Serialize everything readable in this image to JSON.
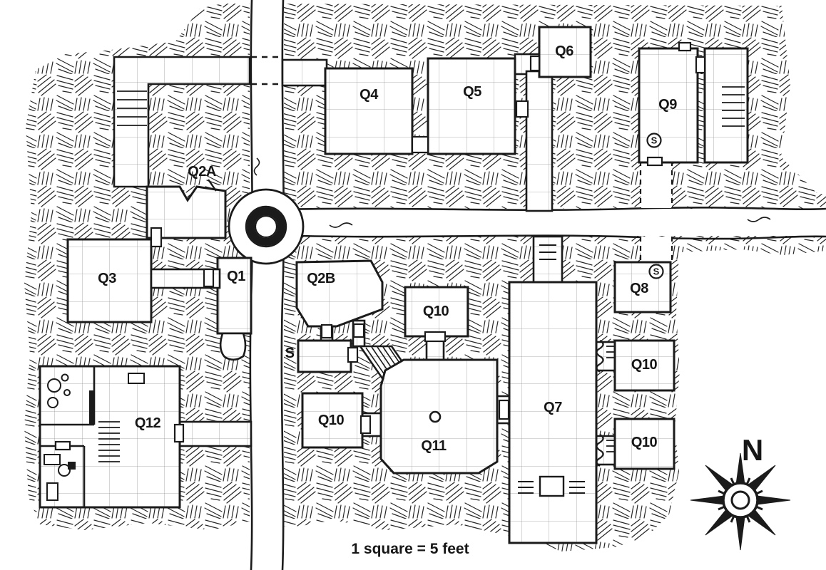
{
  "map": {
    "type": "dungeon-floorplan",
    "scale_note": "1 square = 5 feet",
    "compass": {
      "north_label": "N"
    },
    "colors": {
      "ink": "#1b1b1b",
      "paper": "#ffffff"
    },
    "room_labels": {
      "q1": "Q1",
      "q2a": "Q2A",
      "q2b": "Q2B",
      "q3": "Q3",
      "q4": "Q4",
      "q5": "Q5",
      "q6": "Q6",
      "q7": "Q7",
      "q8": "Q8",
      "q9": "Q9",
      "q10": "Q10",
      "q11": "Q11",
      "q12": "Q12"
    },
    "markers": {
      "secret_door": "S",
      "stair_label": "S"
    }
  }
}
